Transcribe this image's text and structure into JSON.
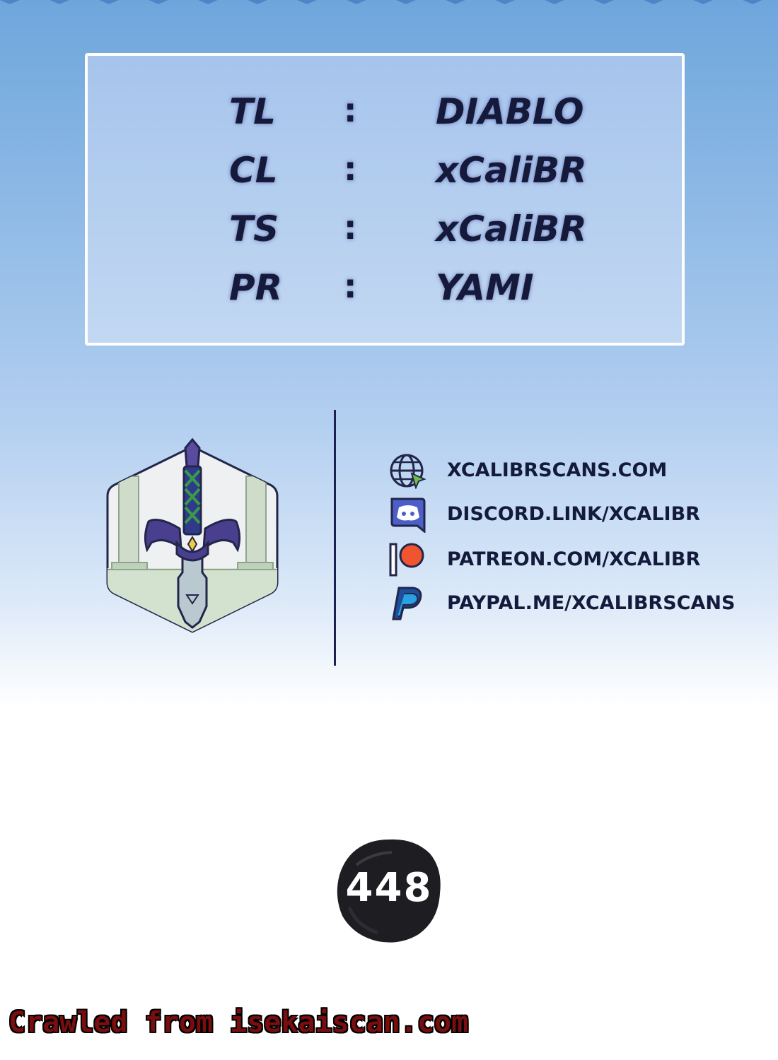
{
  "credits": [
    {
      "role": "TL",
      "separator": ":",
      "name": "DIABLO"
    },
    {
      "role": "CL",
      "separator": ":",
      "name": "xCaliBR"
    },
    {
      "role": "TS",
      "separator": ":",
      "name": "xCaliBR"
    },
    {
      "role": "PR",
      "separator": ":",
      "name": "YAMI"
    }
  ],
  "links": [
    {
      "icon": "globe-icon",
      "text": "XCALIBRSCANS.COM"
    },
    {
      "icon": "discord-icon",
      "text": "DISCORD.LINK/XCALIBR"
    },
    {
      "icon": "patreon-icon",
      "text": "PATREON.COM/XCALIBR"
    },
    {
      "icon": "paypal-icon",
      "text": "PAYPAL.ME/XCALIBRSCANS"
    }
  ],
  "page_number": "448",
  "footer": {
    "crawled_text": "Crawled from isekaiscan.com"
  },
  "colors": {
    "text_dark": "#151a3a",
    "sword_purple": "#4a3f8f",
    "patreon_orange": "#f0552f",
    "paypal_blue": "#1d4f9c",
    "crawled_red": "#7a0e0e"
  }
}
